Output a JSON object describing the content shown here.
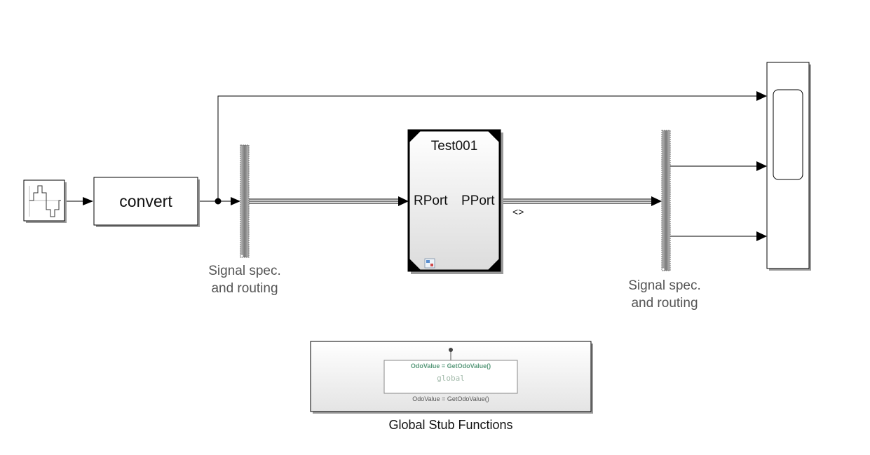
{
  "blocks": {
    "source": {
      "icon": "waveform-icon"
    },
    "convert": {
      "label": "convert"
    },
    "bus_left": {
      "caption_line1": "Signal spec.",
      "caption_line2": "and routing"
    },
    "subsystem": {
      "title": "Test001",
      "in_port": "RPort",
      "out_port": "PPort",
      "badge_icon": "variant-badge-icon"
    },
    "bus_right": {
      "caption_line1": "Signal spec.",
      "caption_line2": "and routing"
    },
    "scope": {
      "icon": "scope-screen-icon"
    },
    "global_stub": {
      "function_signature": "OdoValue = GetOdoValue()",
      "scope_text": "global",
      "footer_text": "OdoValue = GetOdoValue()",
      "caption": "Global Stub Functions"
    }
  },
  "signal_annotation": "<>",
  "colors": {
    "line": "#000000",
    "label": "#555555",
    "green_text": "#5a9a7c",
    "global_text": "#a0b8a8"
  }
}
